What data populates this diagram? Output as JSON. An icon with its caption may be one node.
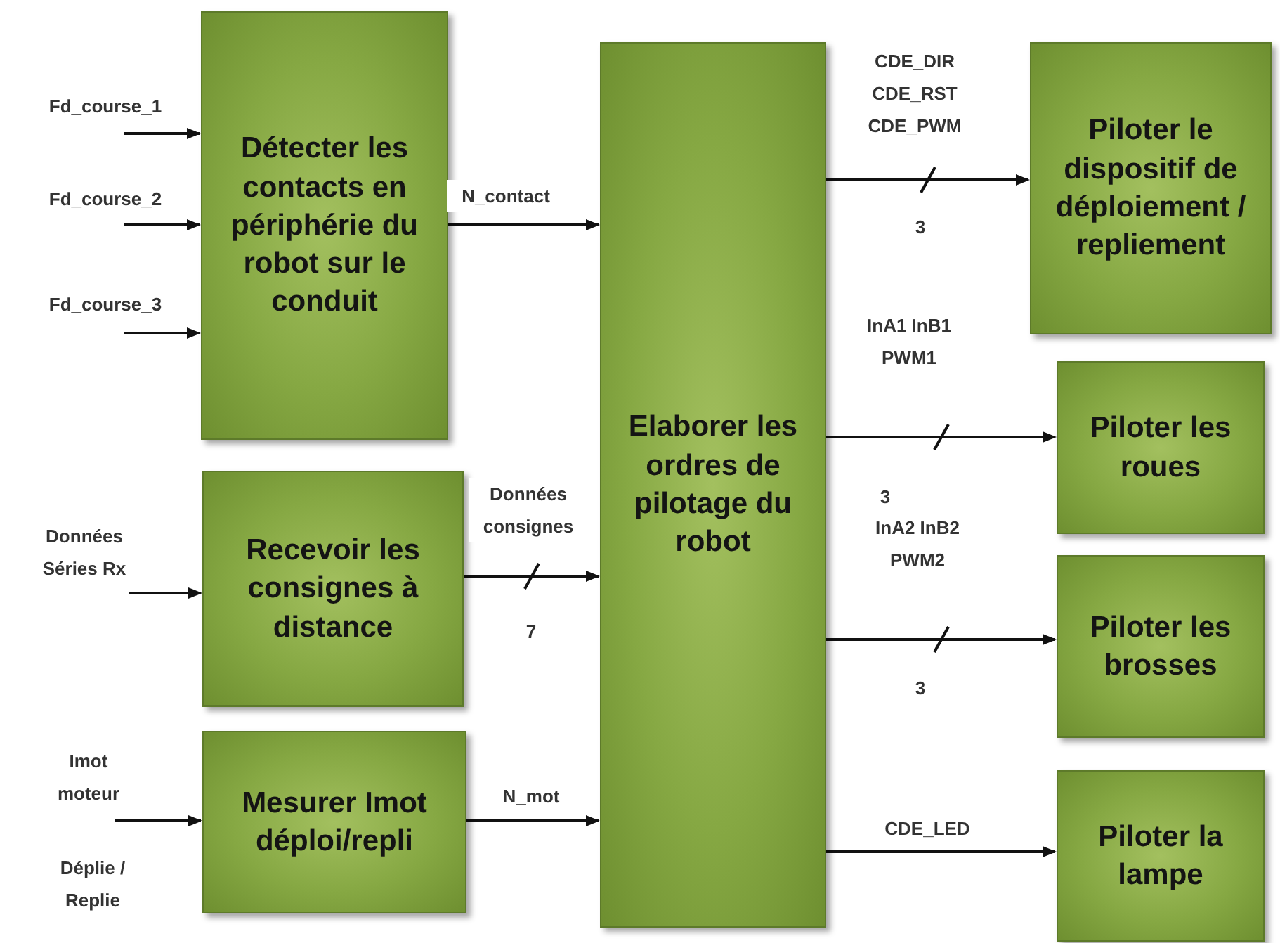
{
  "diagram": {
    "nodes": [
      {
        "text": [
          "Détecter les contacts en périphérie du robot sur le conduit"
        ]
      },
      {
        "text": [
          "Recevoir les consignes à distance"
        ]
      },
      {
        "text": [
          "Mesurer Imot déploi/repli"
        ]
      },
      {
        "text": [
          "Elaborer les ordres de pilotage du robot"
        ]
      },
      {
        "text": [
          "Piloter le dispositif de déploiement / repliement"
        ]
      },
      {
        "text": [
          "Piloter les roues"
        ]
      },
      {
        "text": [
          "Piloter les brosses"
        ]
      },
      {
        "text": [
          "Piloter la lampe"
        ]
      }
    ],
    "edges": [
      {
        "from": null,
        "to": 0,
        "arrow": "to",
        "label": "Fd_course_1"
      },
      {
        "from": null,
        "to": 0,
        "arrow": "to",
        "label": "Fd_course_2"
      },
      {
        "from": null,
        "to": 0,
        "arrow": "to",
        "label": "Fd_course_3"
      },
      {
        "from": null,
        "to": 1,
        "arrow": "to",
        "label": "Données Séries Rx"
      },
      {
        "from": null,
        "to": 2,
        "arrow": "to",
        "label": "Imot moteur"
      },
      {
        "from": 0,
        "to": 3,
        "arrow": "to",
        "label": "N_contact"
      },
      {
        "from": 1,
        "to": 3,
        "arrow": "to",
        "label": "Données consignes"
      },
      {
        "from": 2,
        "to": 3,
        "arrow": "to",
        "label": "N_mot"
      },
      {
        "from": 3,
        "to": 4,
        "arrow": "to",
        "label": "CDE_DIR CDE_RST CDE_PWM"
      },
      {
        "from": 3,
        "to": 5,
        "arrow": "to",
        "label": "InA1 InB1 PWM1"
      },
      {
        "from": 3,
        "to": 6,
        "arrow": "to",
        "label": "InA2 InB2 PWM2"
      },
      {
        "from": 3,
        "to": 7,
        "arrow": "to",
        "label": "CDE_LED"
      }
    ],
    "labels": [
      "3",
      "3",
      "7",
      "3",
      "Déplie / Replie"
    ]
  }
}
